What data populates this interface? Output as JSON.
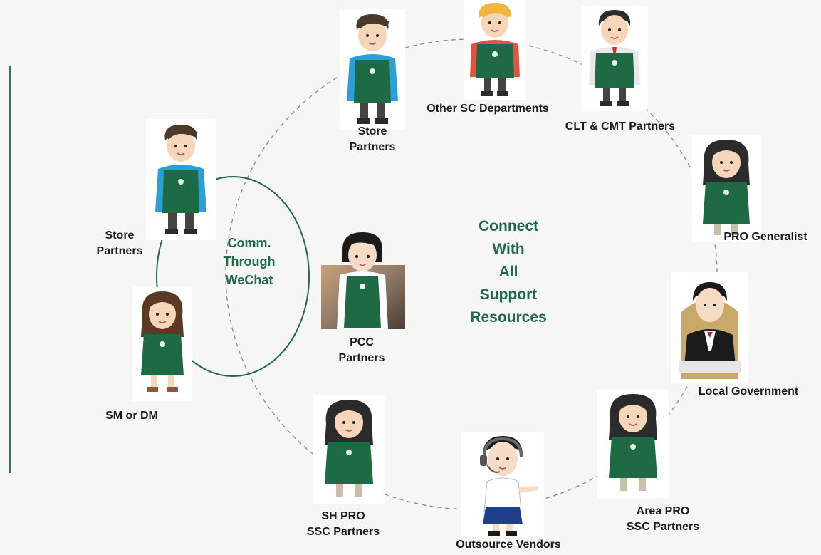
{
  "center": {
    "lines": [
      "Connect",
      "With",
      "All",
      "Support",
      "Resources"
    ]
  },
  "inner": {
    "lines": [
      "Comm.",
      "Through",
      "WeChat"
    ]
  },
  "pcc": {
    "lines": [
      "PCC",
      "Partners"
    ]
  },
  "colors": {
    "accent": "#1f6b4a",
    "apron": "#1e6a45",
    "background": "#f6f6f4"
  },
  "nodes": [
    {
      "lines": [
        "Store",
        "Partners"
      ],
      "icon": "store-partner-icon"
    },
    {
      "lines": [
        "Store",
        "Partners"
      ],
      "icon": "store-partner-icon"
    },
    {
      "lines": [
        "SM or DM"
      ],
      "icon": "female-partner-icon"
    },
    {
      "lines": [
        "Other SC Departments"
      ],
      "icon": "partner-icon"
    },
    {
      "lines": [
        "CLT & CMT Partners"
      ],
      "icon": "partner-icon"
    },
    {
      "lines": [
        "PRO Generalist"
      ],
      "icon": "female-partner-icon"
    },
    {
      "lines": [
        "Local Government"
      ],
      "icon": "government-official-icon"
    },
    {
      "lines": [
        "Area PRO",
        "SSC Partners"
      ],
      "icon": "female-partner-icon"
    },
    {
      "lines": [
        "Outsource Vendors"
      ],
      "icon": "call-center-agent-icon"
    },
    {
      "lines": [
        "SH PRO",
        "SSC Partners"
      ],
      "icon": "female-partner-icon"
    }
  ]
}
